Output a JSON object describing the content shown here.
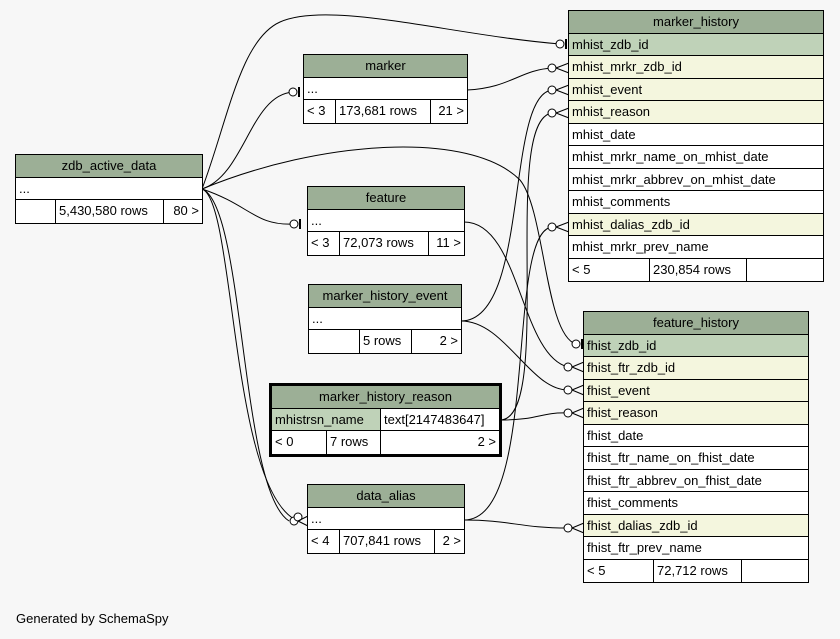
{
  "footer": "Generated by SchemaSpy",
  "tables": {
    "marker_history": {
      "name": "marker_history",
      "columns": [
        "mhist_zdb_id",
        "mhist_mrkr_zdb_id",
        "mhist_event",
        "mhist_reason",
        "mhist_date",
        "mhist_mrkr_name_on_mhist_date",
        "mhist_mrkr_abbrev_on_mhist_date",
        "mhist_comments",
        "mhist_dalias_zdb_id",
        "mhist_mrkr_prev_name"
      ],
      "parents": "< 5",
      "rows": "230,854 rows",
      "children": ""
    },
    "marker": {
      "name": "marker",
      "columns": [
        "..."
      ],
      "parents": "< 3",
      "rows": "173,681 rows",
      "children": "21 >"
    },
    "zdb_active_data": {
      "name": "zdb_active_data",
      "columns": [
        "..."
      ],
      "parents": "",
      "rows": "5,430,580 rows",
      "children": "80 >"
    },
    "feature": {
      "name": "feature",
      "columns": [
        "..."
      ],
      "parents": "< 3",
      "rows": "72,073 rows",
      "children": "11 >"
    },
    "marker_history_event": {
      "name": "marker_history_event",
      "columns": [
        "..."
      ],
      "parents": "",
      "rows": "5 rows",
      "children": "2 >"
    },
    "marker_history_reason": {
      "name": "marker_history_reason",
      "column": "mhistrsn_name",
      "type": "text[2147483647]",
      "parents": "< 0",
      "rows": "7 rows",
      "children": "2 >"
    },
    "data_alias": {
      "name": "data_alias",
      "columns": [
        "..."
      ],
      "parents": "< 4",
      "rows": "707,841 rows",
      "children": "2 >"
    },
    "feature_history": {
      "name": "feature_history",
      "columns": [
        "fhist_zdb_id",
        "fhist_ftr_zdb_id",
        "fhist_event",
        "fhist_reason",
        "fhist_date",
        "fhist_ftr_name_on_fhist_date",
        "fhist_ftr_abbrev_on_fhist_date",
        "fhist_comments",
        "fhist_dalias_zdb_id",
        "fhist_ftr_prev_name"
      ],
      "parents": "< 5",
      "rows": "72,712 rows",
      "children": ""
    }
  }
}
